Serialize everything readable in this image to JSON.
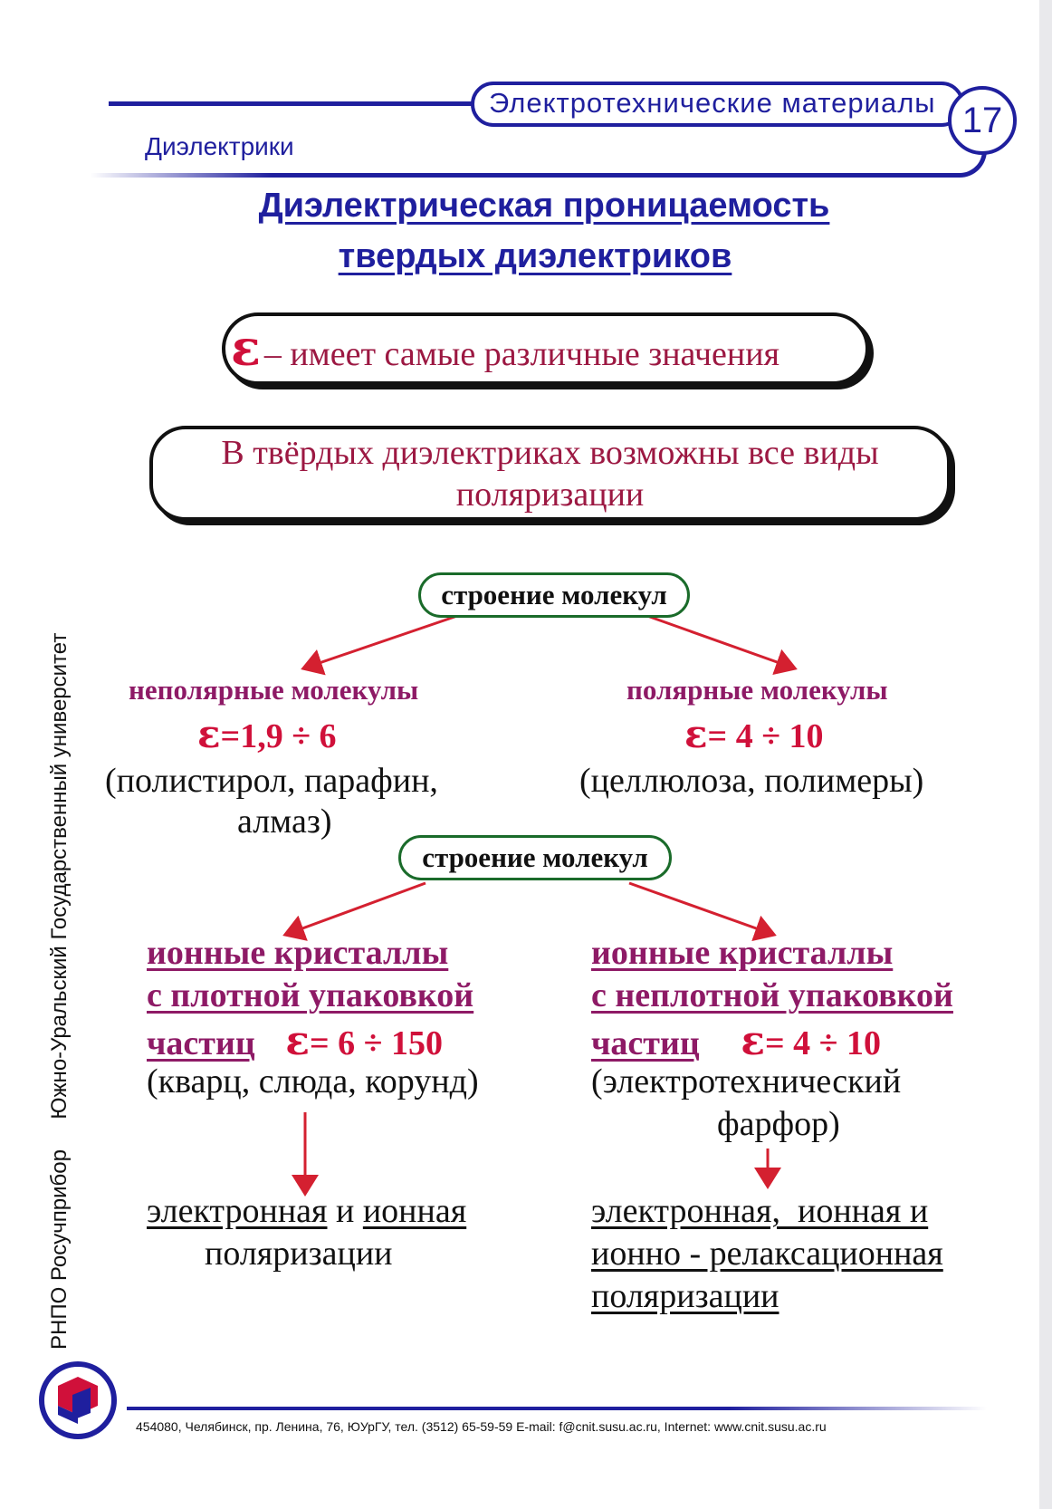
{
  "header": {
    "subject": "Электротехнические материалы",
    "page_number": "17",
    "section": "Диэлектрики",
    "color": "#1f1f9e"
  },
  "title": {
    "line1": "Диэлектрическая проницаемость",
    "line2": "твердых диэлектриков"
  },
  "epsilon_box": {
    "symbol": "ε",
    "text": "– имеет самые различные значения"
  },
  "polarization_box": {
    "line1": "В твёрдых диэлектриках возможны все виды",
    "line2": "поляризации"
  },
  "branch1": {
    "node": "строение молекул",
    "left": {
      "heading": "неполярные молекулы",
      "eps_symbol": "ε",
      "value": "=1,9 ÷ 6",
      "examples1": "(полистирол, парафин,",
      "examples2": "алмаз)"
    },
    "right": {
      "heading": "полярные молекулы",
      "eps_symbol": "ε",
      "value": "= 4 ÷ 10",
      "examples1": "(целлюлоза, полимеры)"
    }
  },
  "branch2": {
    "node": "строение молекул",
    "left": {
      "line1": "ионные кристаллы",
      "line2": "с плотной упаковкой",
      "line3": "частиц",
      "eps_symbol": "ε",
      "value": "= 6 ÷ 150",
      "examples": "(кварц, слюда, корунд)",
      "result_part1": "электронная",
      "result_and": " и ",
      "result_part2": "ионная",
      "result_line2": "поляризации"
    },
    "right": {
      "line1": "ионные кристаллы",
      "line2": "с неплотной упаковкой",
      "line3": "частиц",
      "eps_symbol": "ε",
      "value": "= 4 ÷ 10",
      "examples1": "(электротехнический",
      "examples2": "фарфор)",
      "result_line1": "электронная,  ионная и",
      "result_line2": "ионно - релаксационная",
      "result_line3": "поляризации"
    }
  },
  "side_text": "РНПО Росучприбор     Южно-Уральский Государственный университет",
  "footer": "454080, Челябинск, пр. Ленина, 76, ЮУрГУ, тел. (3512) 65-59-59 E-mail: f@cnit.susu.ac.ru, Internet: www.cnit.susu.ac.ru",
  "colors": {
    "arrow": "#d42030",
    "accent": "#d0103a",
    "purple": "#8e1a66",
    "green": "#1a6b2a"
  }
}
